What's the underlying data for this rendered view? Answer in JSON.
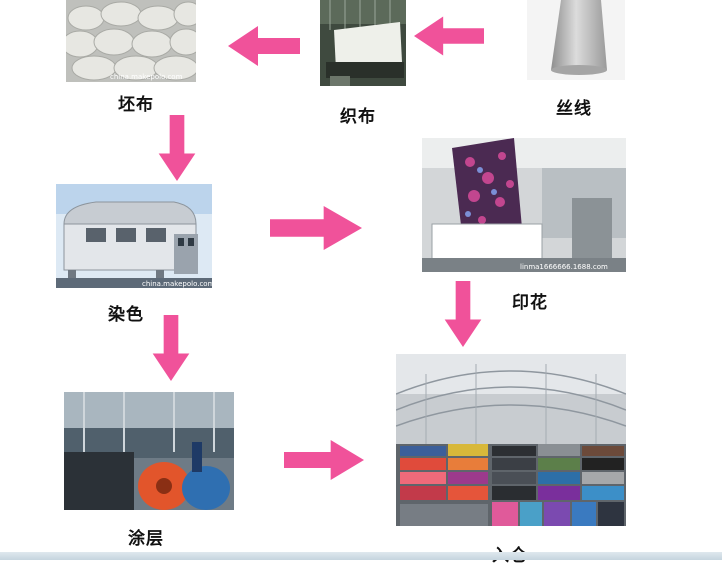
{
  "steps": {
    "pibu": {
      "label": "坯布"
    },
    "zhibu": {
      "label": "织布"
    },
    "sixian": {
      "label": "丝线"
    },
    "ranse": {
      "label": "染色"
    },
    "yinhua": {
      "label": "印花"
    },
    "tuceng": {
      "label": "涂层"
    },
    "rucang": {
      "label": "入仓"
    }
  },
  "watermarks": {
    "pibu": "china.makepolo.com",
    "ranse": "china.makepolo.com",
    "yinhua": "linma1666666.1688.com"
  },
  "colors": {
    "arrow": "#f0529a"
  }
}
